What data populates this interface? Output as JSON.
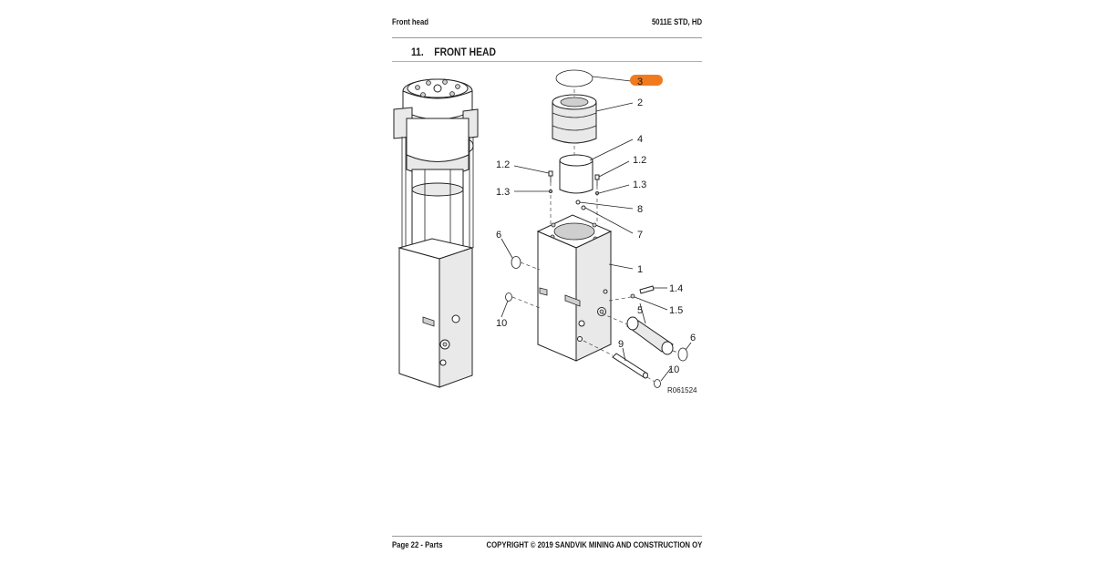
{
  "header": {
    "section": "Front head",
    "model": "5011E STD, HD"
  },
  "title": {
    "number": "11.",
    "text": "FRONT HEAD"
  },
  "footer": {
    "page": "Page 22 - Parts",
    "copyright": "COPYRIGHT © 2019 SANDVIK MINING AND CONSTRUCTION OY"
  },
  "diagram": {
    "reference_code": "R061524",
    "highlight_color": "#f07a1e",
    "callouts": {
      "c3": "3",
      "c2": "2",
      "c4": "4",
      "c1_2_left": "1.2",
      "c1_3_left": "1.3",
      "c1_2_right": "1.2",
      "c1_3_right": "1.3",
      "c8": "8",
      "c7": "7",
      "c6_left": "6",
      "c1": "1",
      "c1_4": "1.4",
      "c1_5": "1.5",
      "c10_left": "10",
      "c5": "5",
      "c9": "9",
      "c6_right": "6",
      "c10_right": "10"
    }
  }
}
